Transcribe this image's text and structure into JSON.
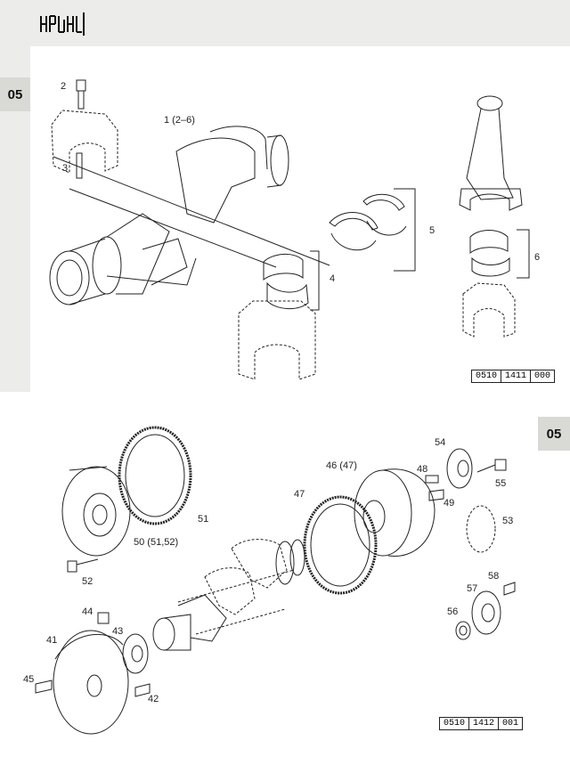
{
  "tabs": {
    "top": "05",
    "bottom": "05"
  },
  "references": {
    "top": [
      "0510",
      "1411",
      "000"
    ],
    "bottom": [
      "0510",
      "1412",
      "001"
    ]
  },
  "top_labels": {
    "l2": "2",
    "l3": "3",
    "l1": "1 (2–6)",
    "l4": "4",
    "l5": "5",
    "l6": "6"
  },
  "bottom_labels": {
    "l51": "51",
    "l50": "50 (51,52)",
    "l52": "52",
    "l47": "47",
    "l46": "46 (47)",
    "l48": "48",
    "l49": "49",
    "l54": "54",
    "l55": "55",
    "l53": "53",
    "l57": "57",
    "l58": "58",
    "l56": "56",
    "l44": "44",
    "l41": "41",
    "l43": "43",
    "l45": "45",
    "l42": "42"
  },
  "colors": {
    "background": "#ececea",
    "panel": "#ffffff",
    "tab": "#d9d9d6",
    "line": "#222222"
  }
}
